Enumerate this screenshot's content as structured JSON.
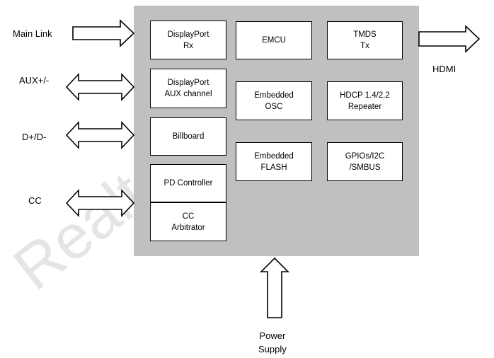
{
  "blocks": {
    "dp_rx": "DisplayPort\nRx",
    "emcu": "EMCU",
    "tmds_tx": "TMDS\nTx",
    "dp_aux": "DisplayPort\nAUX channel",
    "osc": "Embedded\nOSC",
    "hdcp": "HDCP 1.4/2.2\nRepeater",
    "billboard": "Billboard",
    "flash": "Embedded\nFLASH",
    "gpio": "GPIOs/I2C\n/SMBUS",
    "pd": "PD Controller",
    "cc_arb": "CC\nArbitrator"
  },
  "labels": {
    "main_link": "Main Link",
    "aux": "AUX+/-",
    "dpdm": "D+/D-",
    "cc": "CC",
    "hdmi": "HDMI",
    "power": "Power\nSupply"
  },
  "watermark": "Realtek C"
}
